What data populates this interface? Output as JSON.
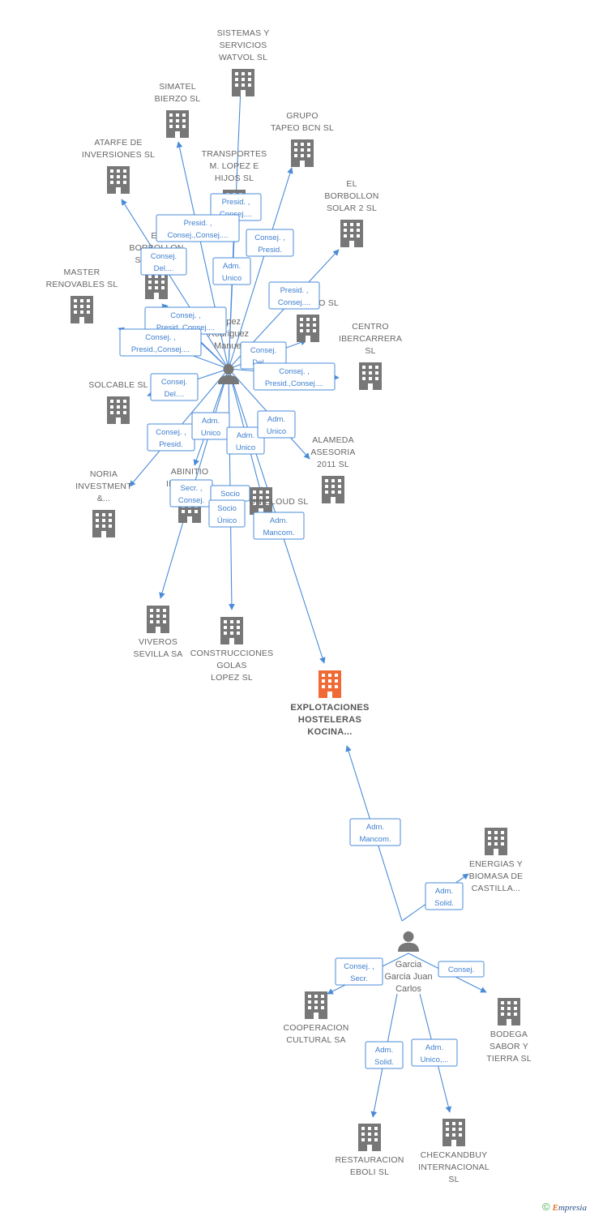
{
  "colors": {
    "edge": "#4a8bd8",
    "company": "#777777",
    "focus_company": "#f06a35",
    "person": "#777777"
  },
  "credit": {
    "symbol": "©",
    "brand_initial": "E",
    "brand_rest": "mpresia"
  },
  "center_company": {
    "lines": [
      "EXPLOTACIONES",
      "HOSTELERAS",
      "KOCINA..."
    ]
  },
  "people": [
    {
      "id": "lopez",
      "lines": [
        "Lopez",
        "Rodriguez",
        "Manuel"
      ]
    },
    {
      "id": "garcia",
      "lines": [
        "Garcia",
        "Garcia Juan",
        "Carlos"
      ]
    }
  ],
  "companies": [
    {
      "id": "sistemas",
      "lines": [
        "SISTEMAS Y",
        "SERVICIOS",
        "WATVOL SL"
      ]
    },
    {
      "id": "simatel",
      "lines": [
        "SIMATEL",
        "BIERZO SL"
      ]
    },
    {
      "id": "grupo",
      "lines": [
        "GRUPO",
        "TAPEO BCN SL"
      ]
    },
    {
      "id": "atarfe",
      "lines": [
        "ATARFE DE",
        "INVERSIONES SL"
      ]
    },
    {
      "id": "transportes",
      "lines": [
        "TRANSPORTES",
        "M. LOPEZ E",
        "HIJOS SL"
      ]
    },
    {
      "id": "borbollon2",
      "lines": [
        "EL",
        "BORBOLLON",
        "SOLAR 2 SL"
      ]
    },
    {
      "id": "borbollon",
      "lines": [
        "EL",
        "BORBOLLON",
        "SOLAR SL"
      ]
    },
    {
      "id": "master",
      "lines": [
        "MASTER",
        "RENOVABLES SL"
      ]
    },
    {
      "id": "hidden_so",
      "lines": [
        "SO SL"
      ]
    },
    {
      "id": "centro",
      "lines": [
        "CENTRO",
        "IBERCARRERA",
        "SL"
      ]
    },
    {
      "id": "solcable",
      "lines": [
        "SOLCABLE SL"
      ]
    },
    {
      "id": "alameda",
      "lines": [
        "ALAMEDA",
        "ASESORIA",
        "2011 SL"
      ]
    },
    {
      "id": "noria",
      "lines": [
        "NORIA",
        "INVESTMENT",
        "&..."
      ]
    },
    {
      "id": "abinitio",
      "lines": [
        "ABINITIO",
        "IMPORT SL"
      ]
    },
    {
      "id": "unicloud",
      "lines": [
        "UNICLOUD SL"
      ]
    },
    {
      "id": "viveros",
      "lines": [
        "VIVEROS",
        "SEVILLA SA"
      ]
    },
    {
      "id": "construcciones",
      "lines": [
        "CONSTRUCCIONES",
        "GOLAS",
        "LOPEZ SL"
      ]
    },
    {
      "id": "energias",
      "lines": [
        "ENERGIAS Y",
        "BIOMASA DE",
        "CASTILLA..."
      ]
    },
    {
      "id": "cooperacion",
      "lines": [
        "COOPERACION",
        "CULTURAL SA"
      ]
    },
    {
      "id": "bodega",
      "lines": [
        "BODEGA",
        "SABOR Y",
        "TIERRA SL"
      ]
    },
    {
      "id": "restauracion",
      "lines": [
        "RESTAURACION",
        "EBOLI SL"
      ]
    },
    {
      "id": "checkandbuy",
      "lines": [
        "CHECKANDBUY",
        "INTERNACIONAL",
        "SL"
      ]
    }
  ],
  "edge_labels": [
    {
      "id": "e_sistemas",
      "lines": [
        "Presid. ,",
        "Consej...."
      ]
    },
    {
      "id": "e_simatel",
      "lines": [
        "Presid. ,",
        "Consej.,Consej...."
      ]
    },
    {
      "id": "e_grupo",
      "lines": [
        "Consej. ,",
        "Presid."
      ]
    },
    {
      "id": "e_borbollon",
      "lines": [
        "Consej.",
        "Del...."
      ]
    },
    {
      "id": "e_transportes",
      "lines": [
        "Adm.",
        "Unico"
      ]
    },
    {
      "id": "e_borbollon2",
      "lines": [
        "Presid. ,",
        "Consej...."
      ]
    },
    {
      "id": "e_master",
      "lines": [
        "Consej. ,",
        "Presid.,Consej...."
      ]
    },
    {
      "id": "e_atarfe",
      "lines": [
        "Consej. ,",
        "Presid.,Consej...."
      ]
    },
    {
      "id": "e_so",
      "lines": [
        "Consej.",
        "Del.,..."
      ]
    },
    {
      "id": "e_centro",
      "lines": [
        "Consej. ,",
        "Presid.,Consej...."
      ]
    },
    {
      "id": "e_solcable",
      "lines": [
        "Consej.",
        "Del...."
      ]
    },
    {
      "id": "e_noria",
      "lines": [
        "Consej. ,",
        "Presid."
      ]
    },
    {
      "id": "e_abinitio",
      "lines": [
        "Adm.",
        "Unico"
      ]
    },
    {
      "id": "e_construcciones",
      "lines": [
        "Adm.",
        "Unico"
      ]
    },
    {
      "id": "e_alameda",
      "lines": [
        "Adm.",
        "Unico"
      ]
    },
    {
      "id": "e_viveros",
      "lines": [
        "Secr. ,",
        "Consej."
      ]
    },
    {
      "id": "e_unicloud",
      "lines": [
        "Socio"
      ]
    },
    {
      "id": "e_construcciones2",
      "lines": [
        "Socio",
        "Único"
      ]
    },
    {
      "id": "e_center_lopez",
      "lines": [
        "Adm.",
        "Mancom."
      ]
    },
    {
      "id": "e_center_garcia",
      "lines": [
        "Adm.",
        "Mancom."
      ]
    },
    {
      "id": "e_energias",
      "lines": [
        "Adm.",
        "Solid."
      ]
    },
    {
      "id": "e_cooperacion",
      "lines": [
        "Consej. ,",
        "Secr."
      ]
    },
    {
      "id": "e_bodega",
      "lines": [
        "Consej."
      ]
    },
    {
      "id": "e_restauracion",
      "lines": [
        "Adm.",
        "Solid."
      ]
    },
    {
      "id": "e_checkandbuy",
      "lines": [
        "Adm.",
        "Unico,..."
      ]
    }
  ]
}
